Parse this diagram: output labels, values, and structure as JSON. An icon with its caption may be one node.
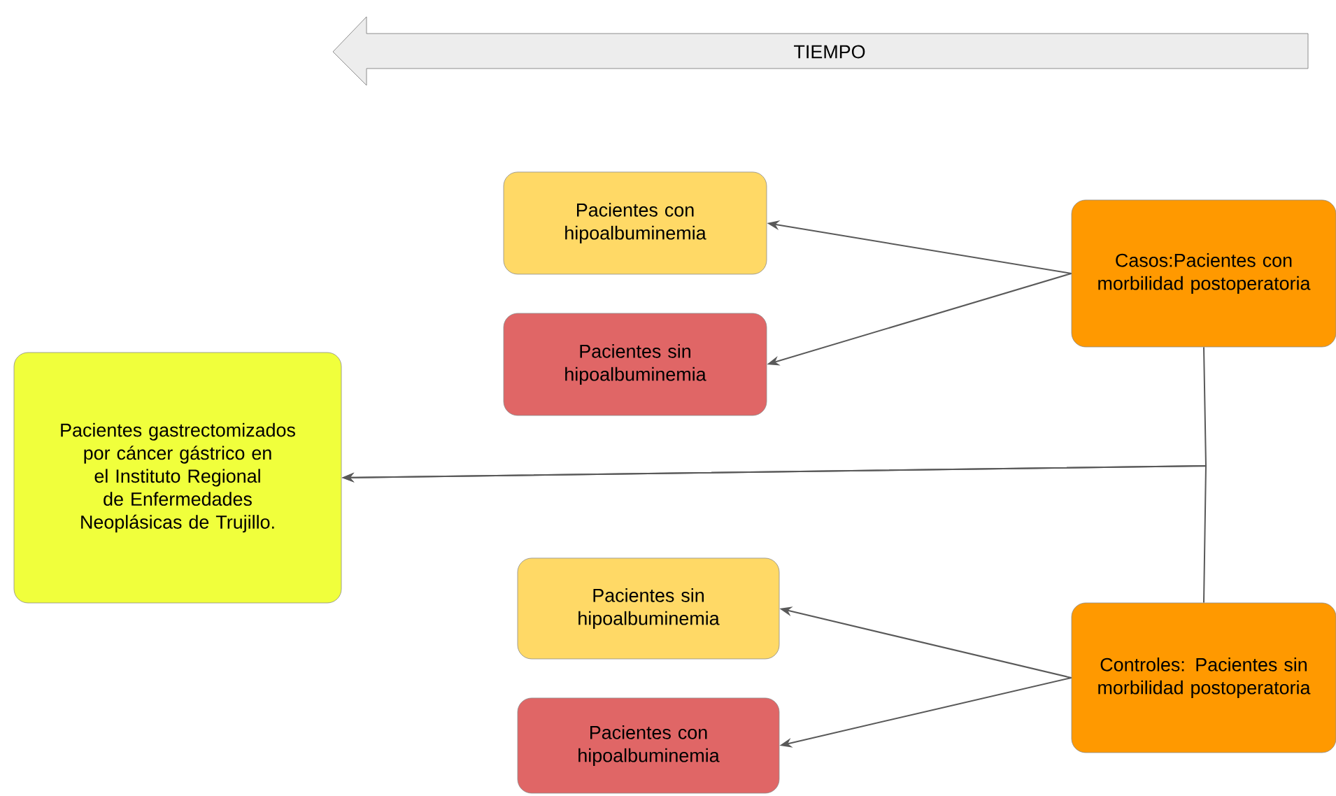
{
  "diagram": {
    "nodes": [
      {
        "text": [
          "TIEMPO"
        ]
      },
      {
        "text": [
          "Pacientes gastrectomizados por cáncer gástrico en el Instituto Regional de Enfermedades Neoplásicas de Trujillo."
        ]
      },
      {
        "text": [
          "Pacientes con hipoalbuminemia"
        ]
      },
      {
        "text": [
          "Pacientes sin hipoalbuminemia"
        ]
      },
      {
        "text": [
          "Casos:Pacientes con morbilidad postoperatoria"
        ]
      },
      {
        "text": [
          "Pacientes sin hipoalbuminemia"
        ]
      },
      {
        "text": [
          "Pacientes con hipoalbuminemia"
        ]
      },
      {
        "text": [
          "Controles: Pacientes sin morbilidad postoperatoria"
        ]
      }
    ],
    "edges": [
      {
        "from": 4,
        "to": 2,
        "arrow": "to"
      },
      {
        "from": 4,
        "to": 3,
        "arrow": "to"
      },
      {
        "from": 4,
        "to": 1,
        "arrow": "to"
      },
      {
        "from": 7,
        "to": 1,
        "arrow": "to"
      },
      {
        "from": 7,
        "to": 5,
        "arrow": "to"
      },
      {
        "from": 7,
        "to": 6,
        "arrow": "to"
      }
    ]
  }
}
